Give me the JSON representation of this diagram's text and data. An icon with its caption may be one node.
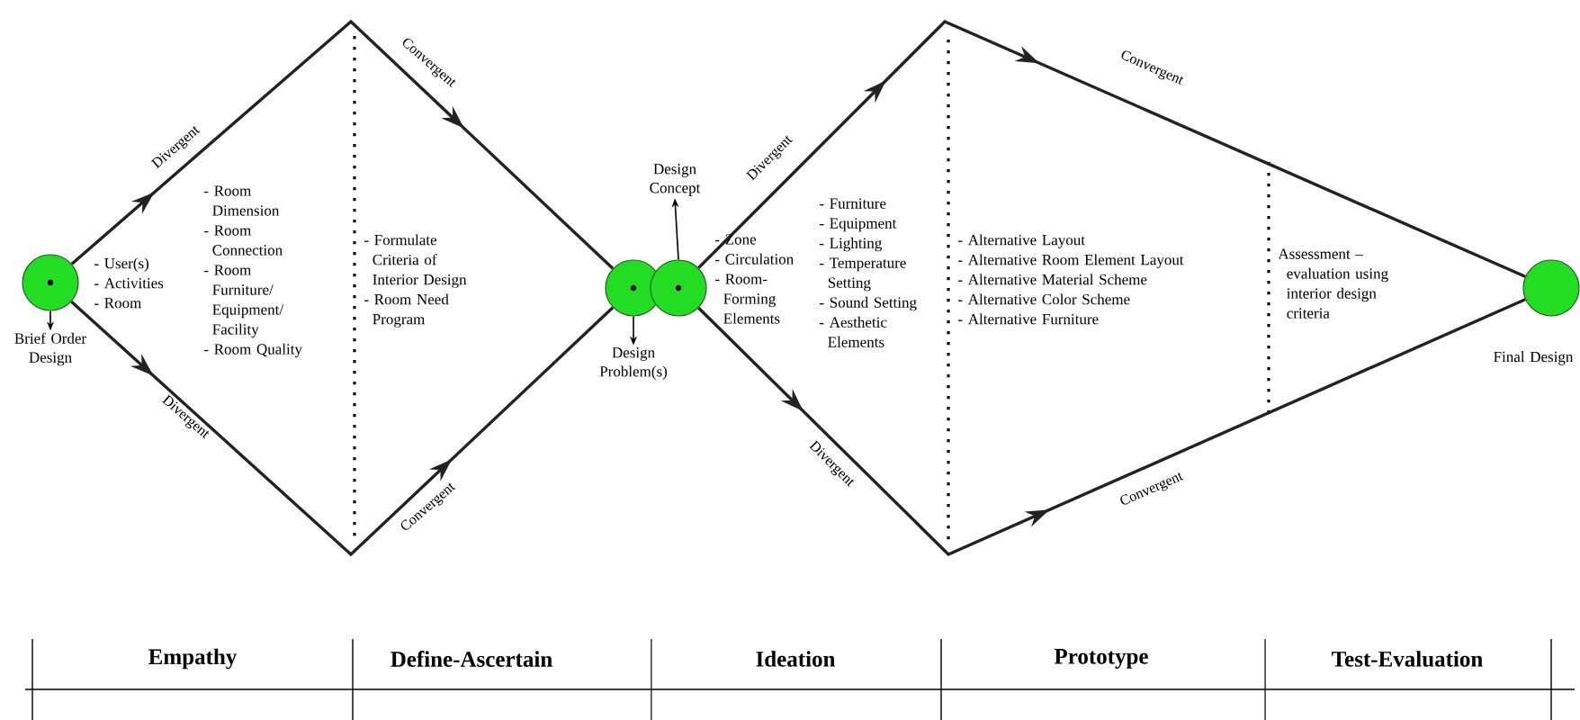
{
  "diagram": {
    "nodes": [
      {
        "text": [],
        "shape": "circle"
      },
      {
        "text": [
          "Brief Order Design"
        ]
      },
      {
        "text": [],
        "shape": "circle"
      },
      {
        "text": [
          "Design Problem(s)"
        ]
      },
      {
        "text": [],
        "shape": "circle"
      },
      {
        "text": [
          "Design Concept"
        ]
      },
      {
        "text": [],
        "shape": "circle"
      },
      {
        "text": [
          "Final Design"
        ]
      }
    ],
    "edges": [
      {
        "from": 0,
        "to": 2,
        "arrow": "to"
      },
      {
        "from": 0,
        "to": 2,
        "arrow": "to"
      },
      {
        "from": 4,
        "to": 6,
        "arrow": "to"
      },
      {
        "from": 4,
        "to": 6,
        "arrow": "to"
      },
      {
        "from": 0,
        "to": 1,
        "arrow": "to"
      },
      {
        "from": 2,
        "to": 3,
        "arrow": "to"
      },
      {
        "from": 4,
        "to": 5,
        "arrow": "to"
      }
    ],
    "labels": [
      "Divergent",
      "Convergent",
      "Divergent",
      "Convergent",
      "Divergent",
      "Convergent",
      "Divergent",
      "Convergent",
      "- User(s)",
      "- Activities",
      "- Room",
      "- Room Dimension",
      "- Room Connection",
      "- Room Furniture/ Equipment/ Facility",
      "- Room Quality",
      "- Formulate Criteria of Interior Design",
      "- Room Need Program",
      "- Zone",
      "- Circulation",
      "- Room-Forming Elements",
      "- Furniture",
      "- Equipment",
      "- Lighting",
      "- Temperature Setting",
      "- Sound Setting",
      "- Aesthetic Elements",
      "- Alternative Layout",
      "- Alternative Room Element Layout",
      "- Alternative Material Scheme",
      "- Alternative Color Scheme",
      "- Alternative Furniture",
      "Assessment – evaluation using interior design criteria",
      "Empathy",
      "Define-Ascertain",
      "Ideation",
      "Prototype",
      "Test-Evaluation"
    ]
  }
}
